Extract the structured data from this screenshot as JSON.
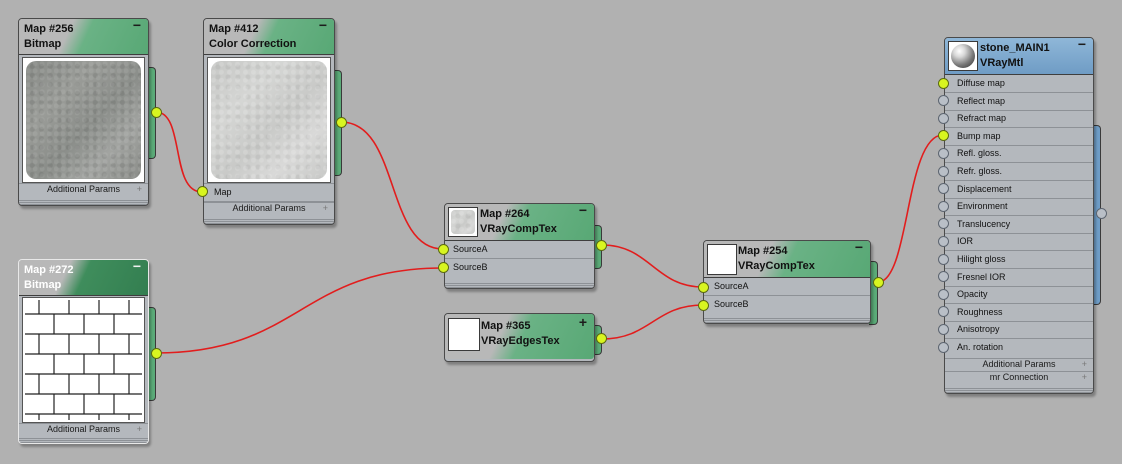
{
  "nodes": {
    "map256": {
      "title": "Map #256",
      "type": "Bitmap",
      "footer": "Additional Params"
    },
    "map412": {
      "title": "Map #412",
      "type": "Color Correction",
      "input": "Map",
      "footer": "Additional Params"
    },
    "map272": {
      "title": "Map #272",
      "type": "Bitmap",
      "footer": "Additional Params"
    },
    "map264": {
      "title": "Map #264",
      "type": "VRayCompTex",
      "inputs": [
        "SourceA",
        "SourceB"
      ]
    },
    "map365": {
      "title": "Map #365",
      "type": "VRayEdgesTex"
    },
    "map254": {
      "title": "Map #254",
      "type": "VRayCompTex",
      "inputs": [
        "SourceA",
        "SourceB"
      ]
    },
    "stone": {
      "title": "stone_MAIN1",
      "type": "VRayMtl",
      "params": [
        "Diffuse map",
        "Reflect map",
        "Refract map",
        "Bump map",
        "Refl. gloss.",
        "Refr. gloss.",
        "Displacement",
        "Environment",
        "Translucency",
        "IOR",
        "Hilight gloss",
        "Fresnel IOR",
        "Opacity",
        "Roughness",
        "Anisotropy",
        "An. rotation"
      ],
      "connected_params": [
        "Diffuse map",
        "Bump map"
      ],
      "footers": [
        "Additional Params",
        "mr Connection"
      ]
    }
  },
  "icons": {
    "minimize": "−",
    "expand": "+",
    "footer_plus": "+"
  },
  "colors": {
    "canvas": "#b1b1b1",
    "wire": "#e21d1d",
    "socket_connected": "#d8f520",
    "header_green": "#5bab78",
    "header_green_dark": "#337e50",
    "header_blue": "#6f9cc5"
  }
}
